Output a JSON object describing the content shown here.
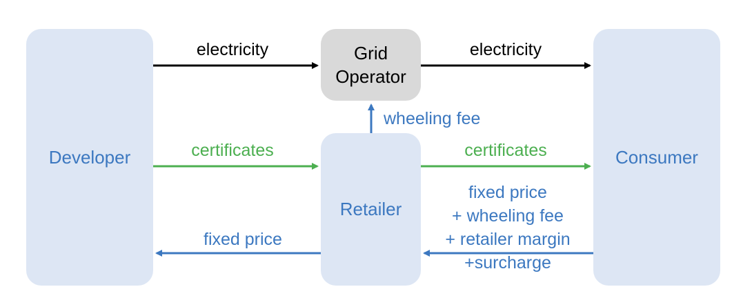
{
  "nodes": {
    "developer": "Developer",
    "grid_operator_line1": "Grid",
    "grid_operator_line2": "Operator",
    "retailer": "Retailer",
    "consumer": "Consumer"
  },
  "flows": {
    "electricity_left": "electricity",
    "electricity_right": "electricity",
    "wheeling_fee": "wheeling fee",
    "certificates_left": "certificates",
    "certificates_right": "certificates",
    "fixed_price_left": "fixed price",
    "consumer_payment": [
      "fixed price",
      "+ wheeling fee",
      "+ retailer margin",
      "+surcharge"
    ]
  },
  "colors": {
    "electricity": "#000000",
    "certificates": "#4caf50",
    "payment": "#3c78c0",
    "node_fill": "#dde6f4",
    "grid_fill": "#d9d9d9"
  }
}
